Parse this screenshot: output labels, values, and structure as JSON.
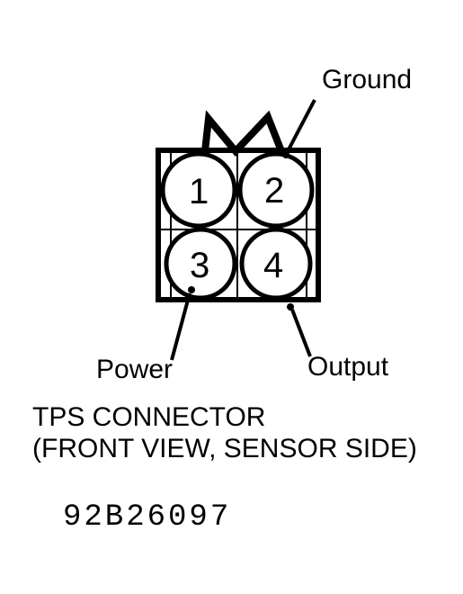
{
  "connector": {
    "pins": [
      {
        "number": "1",
        "function": ""
      },
      {
        "number": "2",
        "function": "Ground"
      },
      {
        "number": "3",
        "function": "Power"
      },
      {
        "number": "4",
        "function": "Output"
      }
    ]
  },
  "labels": {
    "ground": "Ground",
    "power": "Power",
    "output": "Output"
  },
  "caption": {
    "line1": "TPS CONNECTOR",
    "line2": "(FRONT VIEW, SENSOR SIDE)"
  },
  "figure_code": "92B26097",
  "colors": {
    "ink": "#000000",
    "paper": "#ffffff"
  }
}
